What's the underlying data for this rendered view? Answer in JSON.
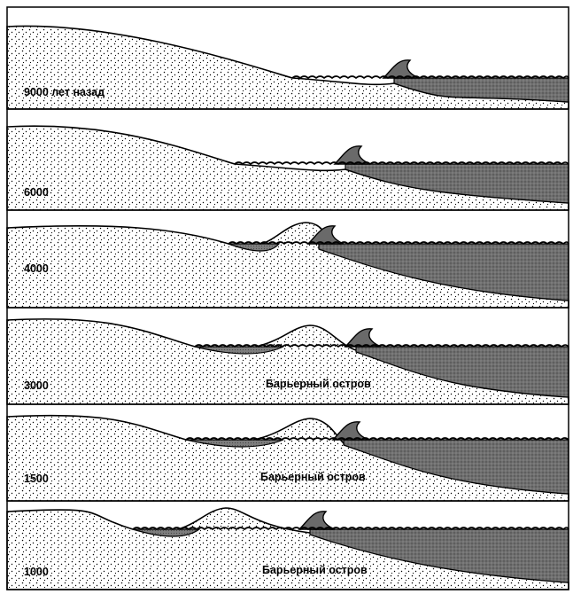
{
  "diagram": {
    "panels": [
      {
        "label": "9000 лет назад",
        "island_label": ""
      },
      {
        "label": "6000",
        "island_label": ""
      },
      {
        "label": "4000",
        "island_label": ""
      },
      {
        "label": "3000",
        "island_label": "Барьерный остров"
      },
      {
        "label": "1500",
        "island_label": "Барьерный остров"
      },
      {
        "label": "1000",
        "island_label": "Барьерный остров"
      }
    ]
  }
}
